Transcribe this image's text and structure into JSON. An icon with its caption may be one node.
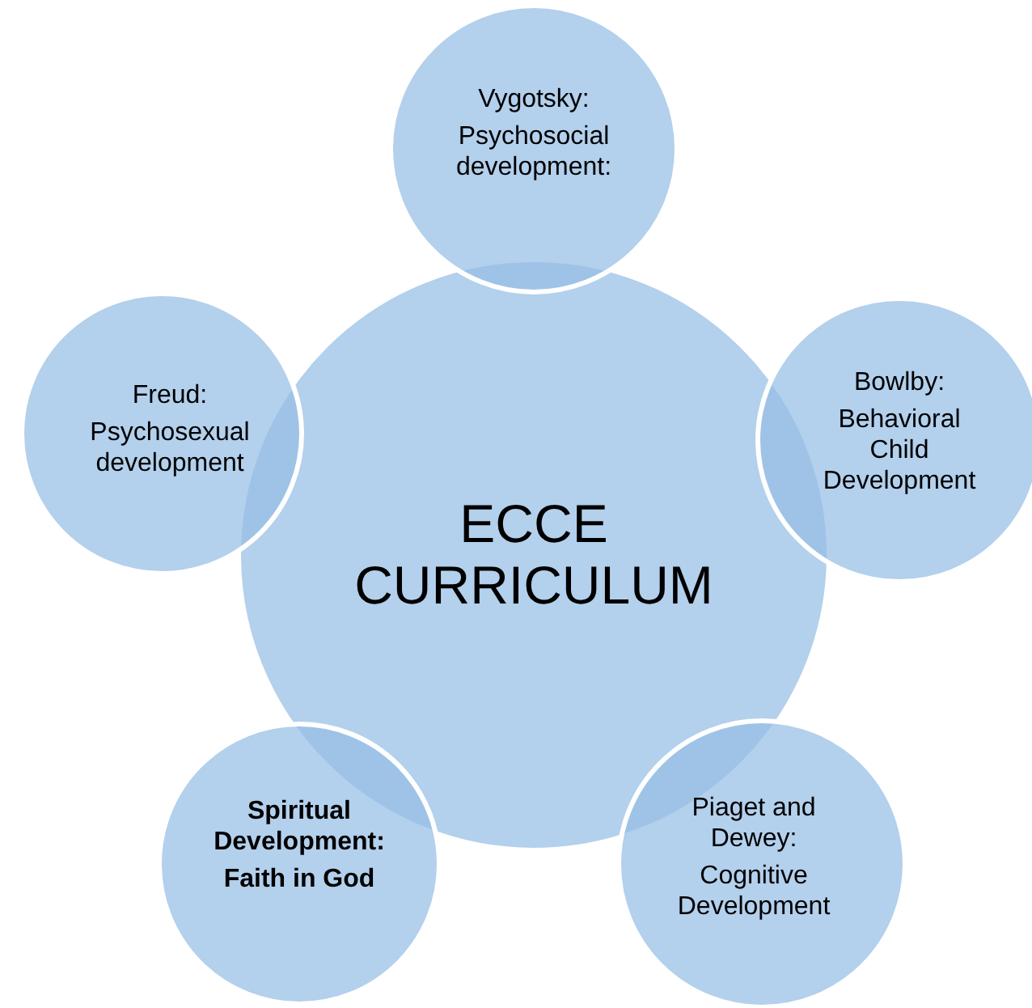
{
  "diagram": {
    "nodes": [
      {
        "text": [
          "ECCE CURRICULUM"
        ]
      },
      {
        "text": [
          "Vygotsky:",
          "Psychosocial development:"
        ]
      },
      {
        "text": [
          "Bowlby:",
          "Behavioral Child Development"
        ]
      },
      {
        "text": [
          "Piaget and Dewey:",
          "Cognitive Development"
        ]
      },
      {
        "text": [
          "Spiritual Development:",
          "Faith in God"
        ]
      },
      {
        "text": [
          "Freud:",
          "Psychosexual development"
        ]
      }
    ]
  }
}
